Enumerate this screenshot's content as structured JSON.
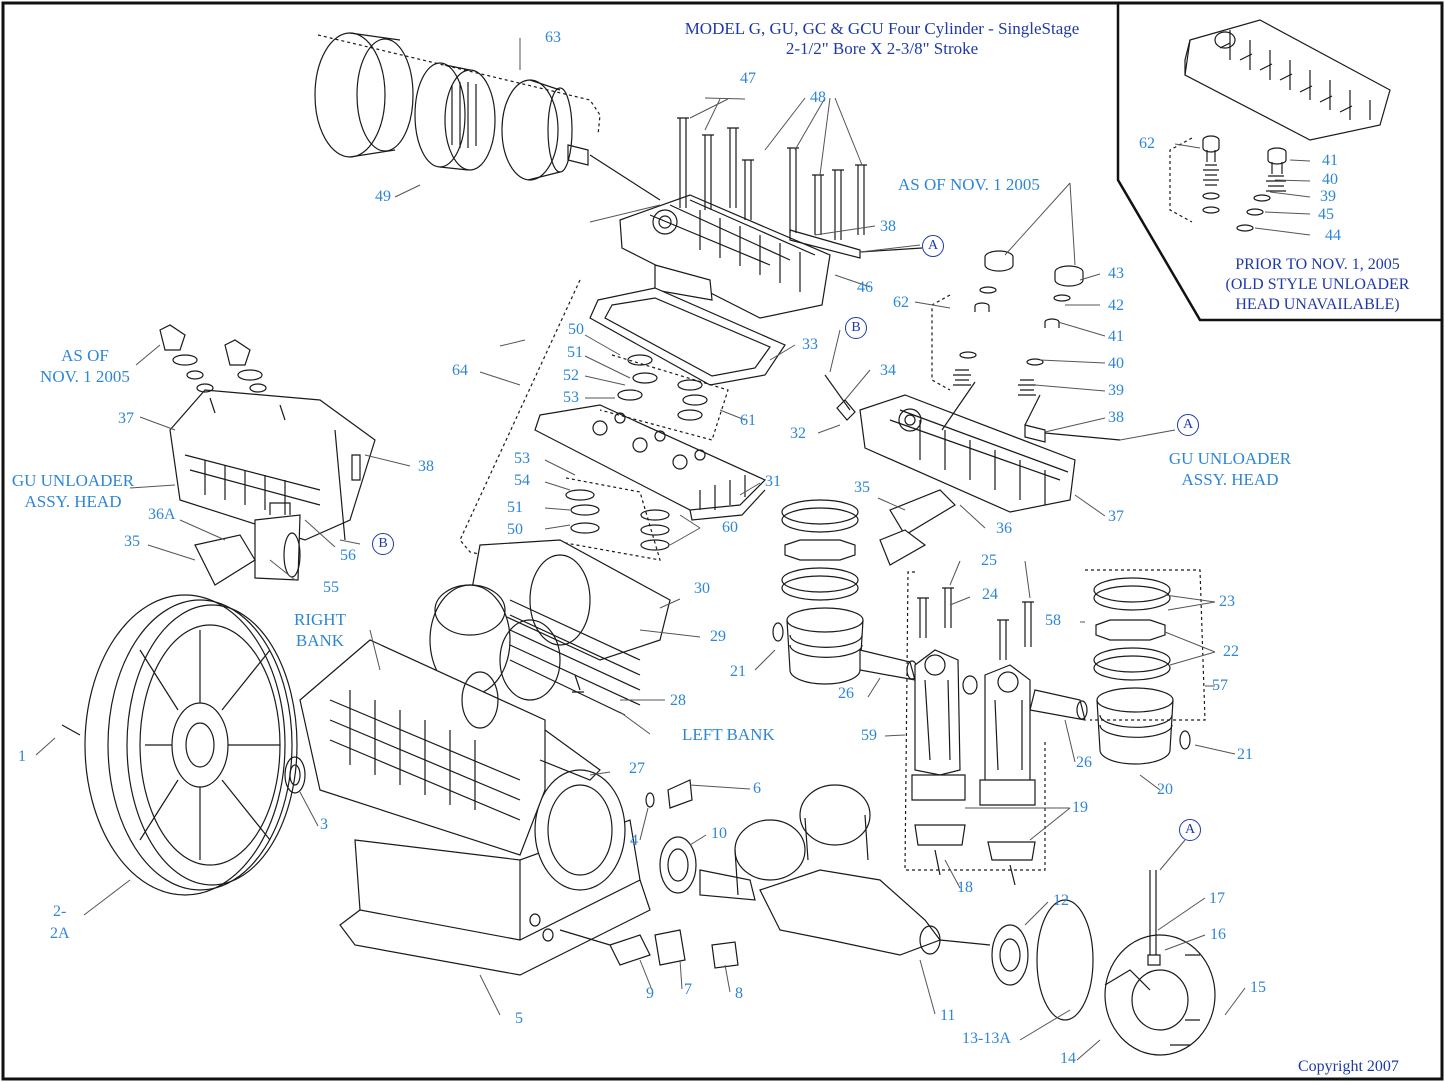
{
  "title": {
    "line1": "MODEL G, GU, GC & GCU Four Cylinder - SingleStage",
    "line2": "2-1/2\" Bore X 2-3/8\" Stroke"
  },
  "inset": {
    "line1": "PRIOR TO NOV. 1, 2005",
    "line2": "(OLD STYLE UNLOADER",
    "line3": "HEAD UNAVAILABLE)"
  },
  "callouts": {
    "as_of_right": "AS OF NOV. 1 2005",
    "as_of_left_1": "AS OF",
    "as_of_left_2": "NOV. 1 2005",
    "gu_head_left_1": "GU UNLOADER",
    "gu_head_left_2": "ASSY. HEAD",
    "gu_head_right_1": "GU UNLOADER",
    "gu_head_right_2": "ASSY. HEAD",
    "right_bank_1": "RIGHT",
    "right_bank_2": "BANK",
    "left_bank": "LEFT BANK"
  },
  "ref_marks": {
    "a": "A",
    "b": "B"
  },
  "copyright": "Copyright 2007",
  "part_numbers": {
    "p1": "1",
    "p2a": "2-",
    "p2b": "2A",
    "p3": "3",
    "p4": "4",
    "p5": "5",
    "p6": "6",
    "p7": "7",
    "p8": "8",
    "p9": "9",
    "p10": "10",
    "p11": "11",
    "p12": "12",
    "p13": "13-13A",
    "p14": "14",
    "p15": "15",
    "p16": "16",
    "p17": "17",
    "p18": "18",
    "p19": "19",
    "p20": "20",
    "p21": "21",
    "p22": "22",
    "p23": "23",
    "p24": "24",
    "p25": "25",
    "p26": "26",
    "p27": "27",
    "p28": "28",
    "p29": "29",
    "p30": "30",
    "p31": "31",
    "p32": "32",
    "p33": "33",
    "p34": "34",
    "p35": "35",
    "p36": "36",
    "p36a": "36A",
    "p37": "37",
    "p38": "38",
    "p39": "39",
    "p40": "40",
    "p41": "41",
    "p42": "42",
    "p43": "43",
    "p44": "44",
    "p45": "45",
    "p46": "46",
    "p47": "47",
    "p48": "48",
    "p49": "49",
    "p50": "50",
    "p51": "51",
    "p52": "52",
    "p53": "53",
    "p54": "54",
    "p55": "55",
    "p56": "56",
    "p57": "57",
    "p58": "58",
    "p59": "59",
    "p60": "60",
    "p61": "61",
    "p62": "62",
    "p63": "63",
    "p64": "64"
  },
  "colors": {
    "label": "#2e86d6",
    "title": "#1f3aa8",
    "line": "#1a1a1a",
    "leader": "#555555"
  }
}
